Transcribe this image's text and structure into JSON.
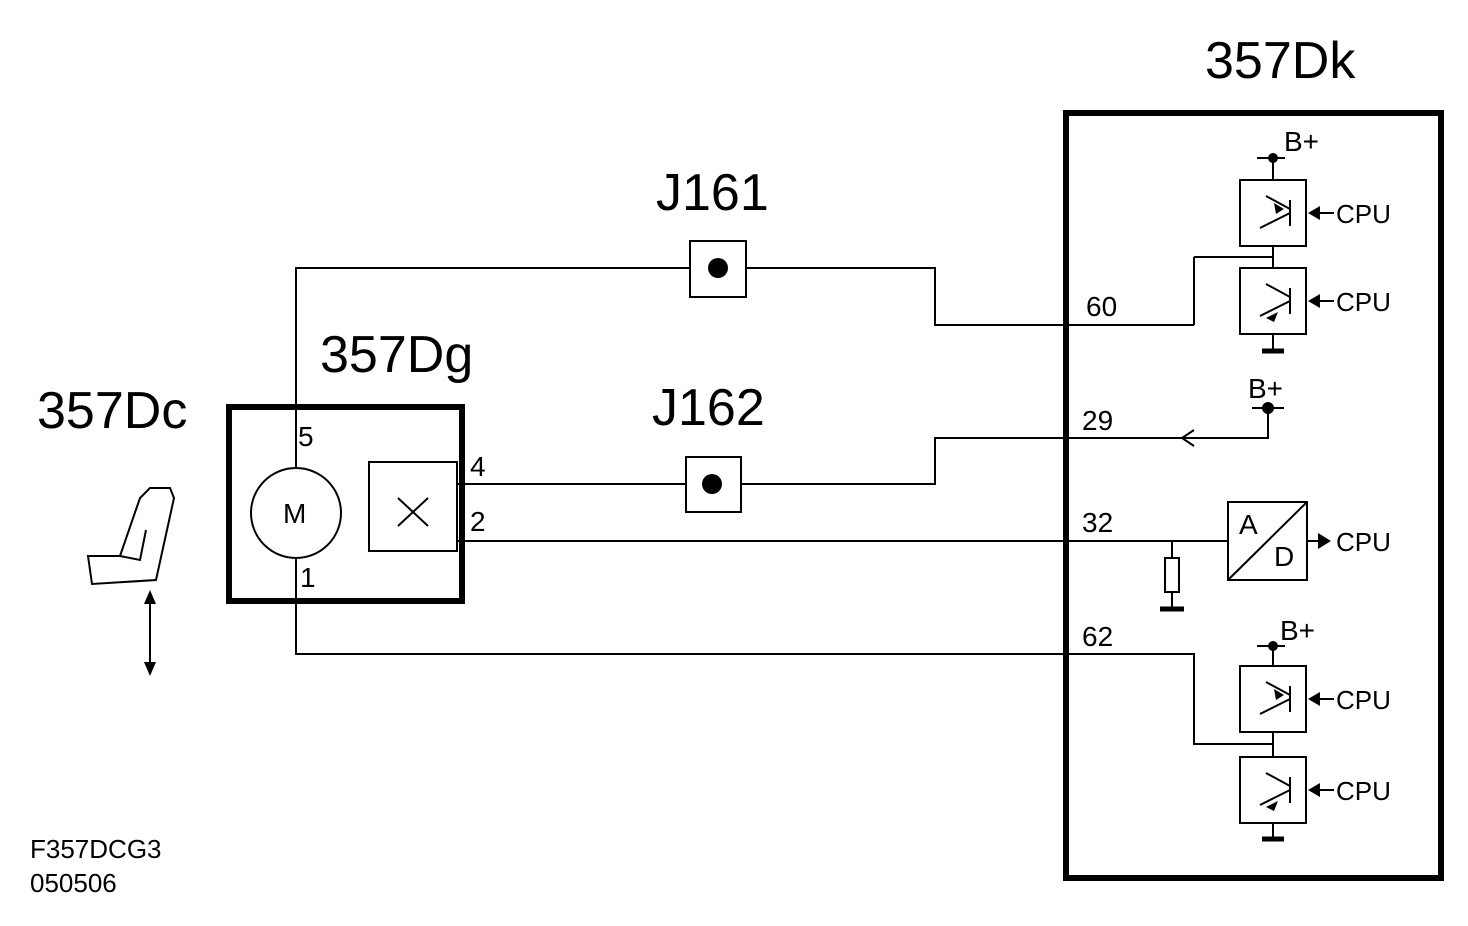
{
  "components": {
    "seat": "357Dc",
    "motor_unit": "357Dg",
    "ecu": "357Dk",
    "junction_1": "J161",
    "junction_2": "J162"
  },
  "motor_unit": {
    "motor_symbol": "M",
    "pins": {
      "p5": "5",
      "p4": "4",
      "p2": "2",
      "p1": "1"
    }
  },
  "ecu": {
    "pins": {
      "p60": "60",
      "p29": "29",
      "p32": "32",
      "p62": "62"
    },
    "supply_labels": [
      "B+",
      "B+",
      "B+"
    ],
    "cpu_labels": [
      "CPU",
      "CPU",
      "CPU",
      "CPU",
      "CPU"
    ],
    "converter": {
      "a": "A",
      "d": "D"
    }
  },
  "footer": {
    "code": "F357DCG3",
    "date": "050506"
  }
}
